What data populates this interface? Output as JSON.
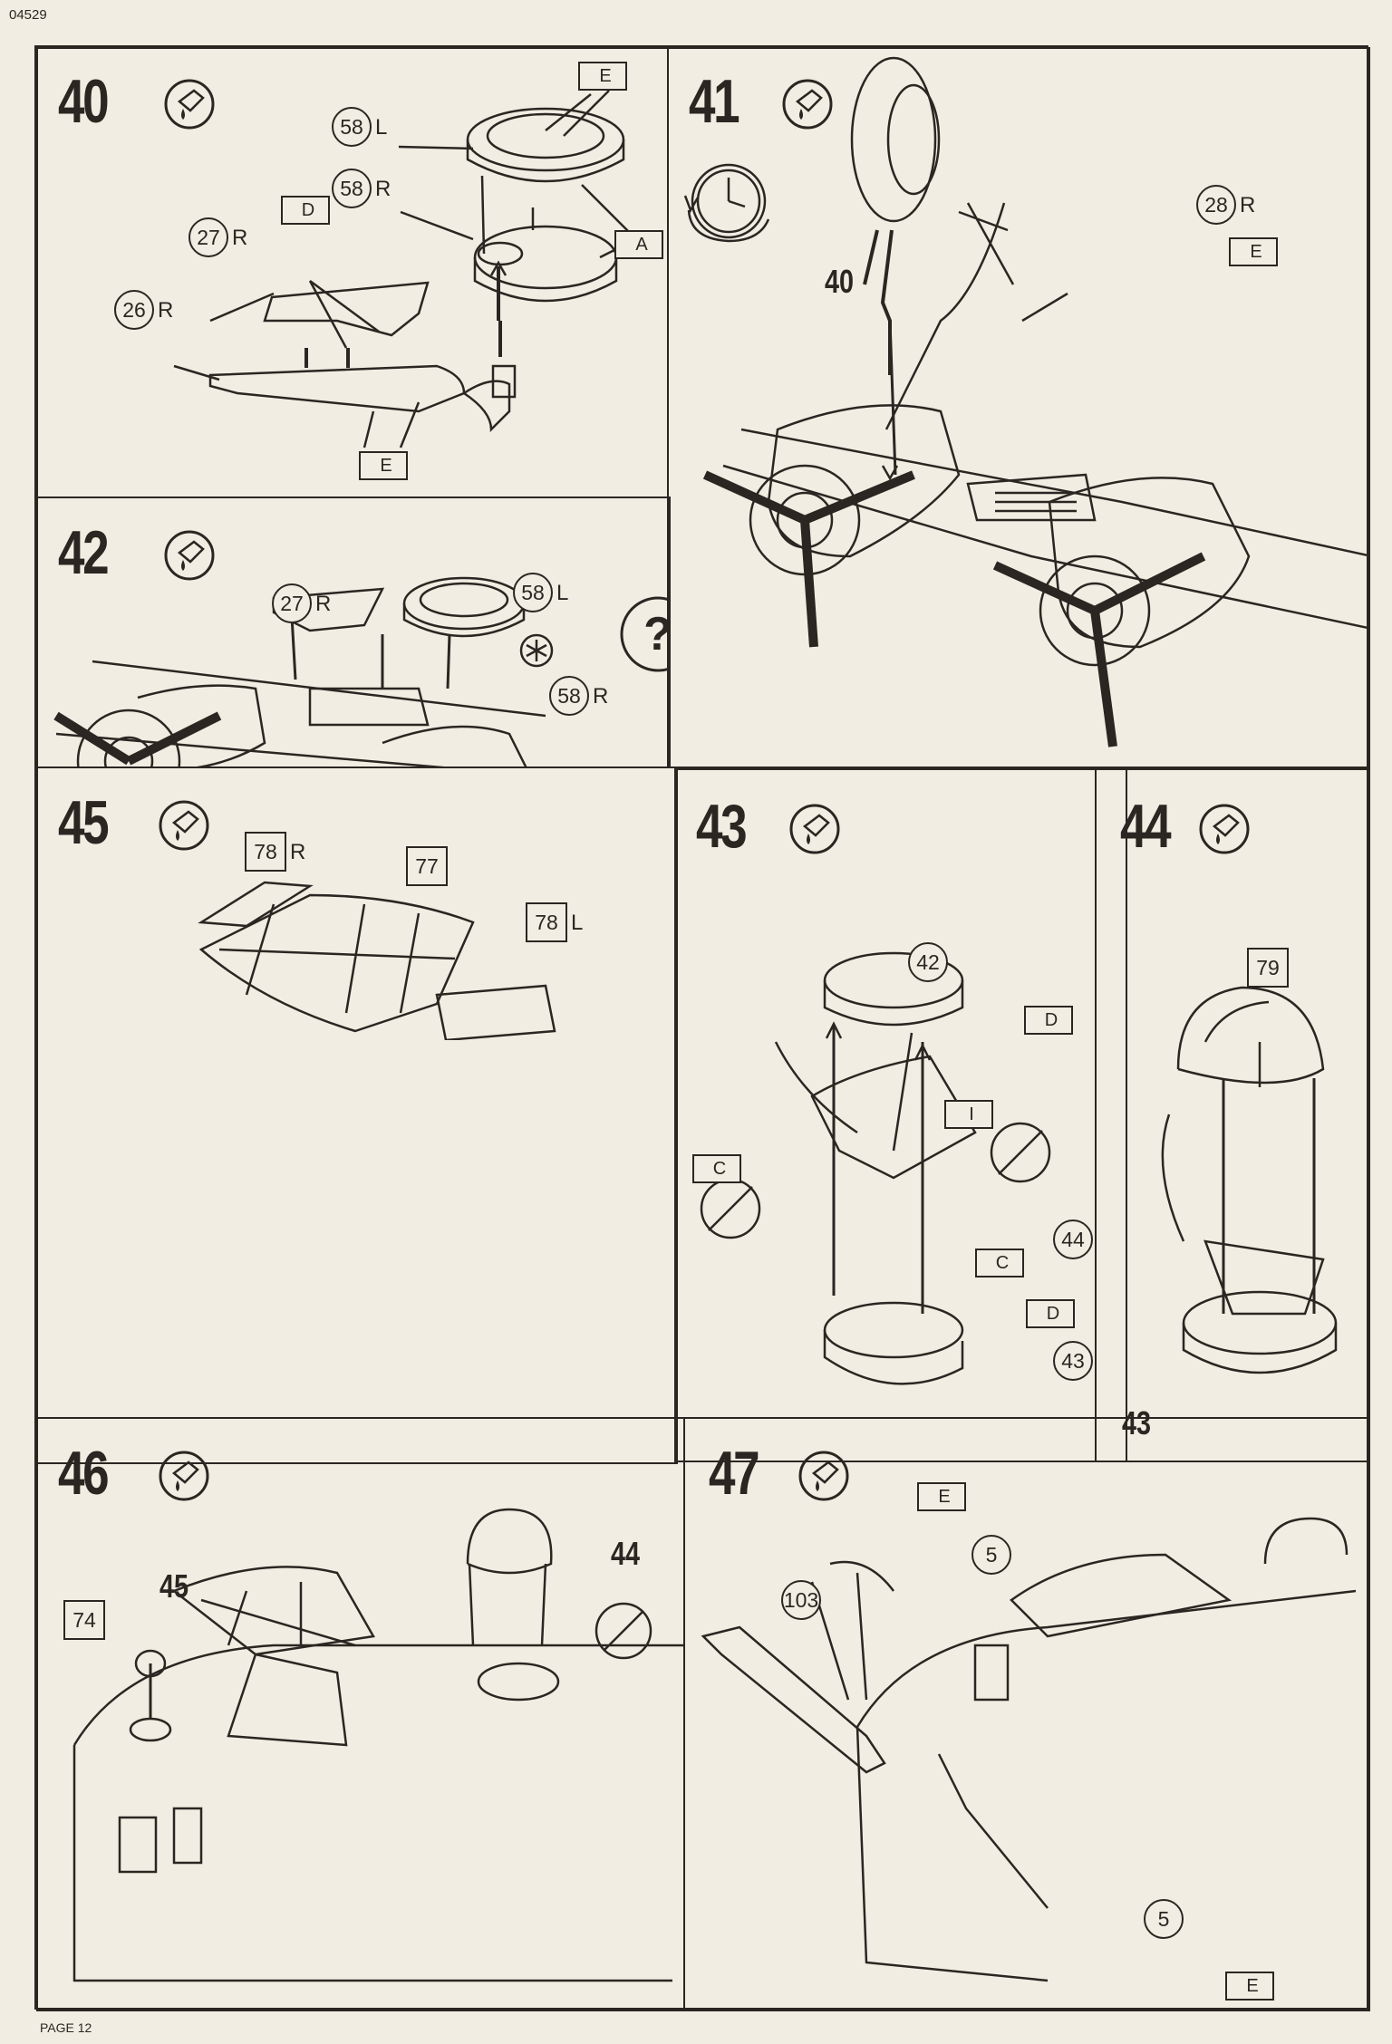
{
  "document": {
    "code": "04529",
    "page": "PAGE 12"
  },
  "icons": {
    "glue": "glue-bottle-icon",
    "no_glue": "no-glue-icon",
    "clock": "clock-rotate-icon",
    "question": "question-bubble-icon",
    "asterisk": "asterisk-icon"
  },
  "steps": [
    {
      "number": "40",
      "labels": {
        "p58l": "58",
        "p58l_side": "L",
        "p58r": "58",
        "p58r_side": "R",
        "p27": "27",
        "p27_side": "R",
        "p26": "26",
        "p26_side": "R",
        "e1": "E",
        "e2": "E",
        "d": "D",
        "a": "A"
      }
    },
    {
      "number": "41",
      "labels": {
        "p40": "40",
        "p28": "28",
        "p28_side": "R",
        "e": "E"
      }
    },
    {
      "number": "42",
      "labels": {
        "p27": "27",
        "p27_side": "R",
        "p58l": "58",
        "p58l_side": "L",
        "p58r": "58",
        "p58r_side": "R",
        "question": "?"
      }
    },
    {
      "number": "43",
      "labels": {
        "p42": "42",
        "d1": "D",
        "i": "I",
        "c1": "C",
        "c2": "C",
        "p44": "44",
        "d2": "D",
        "p43": "43"
      }
    },
    {
      "number": "44",
      "labels": {
        "p79": "79",
        "p43": "43"
      }
    },
    {
      "number": "45",
      "labels": {
        "p78r": "78",
        "p78r_side": "R",
        "p77": "77",
        "p78l": "78",
        "p78l_side": "L"
      }
    },
    {
      "number": "46",
      "labels": {
        "p44": "44",
        "p45": "45",
        "p74": "74"
      }
    },
    {
      "number": "47",
      "labels": {
        "e1": "E",
        "p5a": "5",
        "p103": "103",
        "p5b": "5",
        "e2": "E"
      }
    }
  ]
}
